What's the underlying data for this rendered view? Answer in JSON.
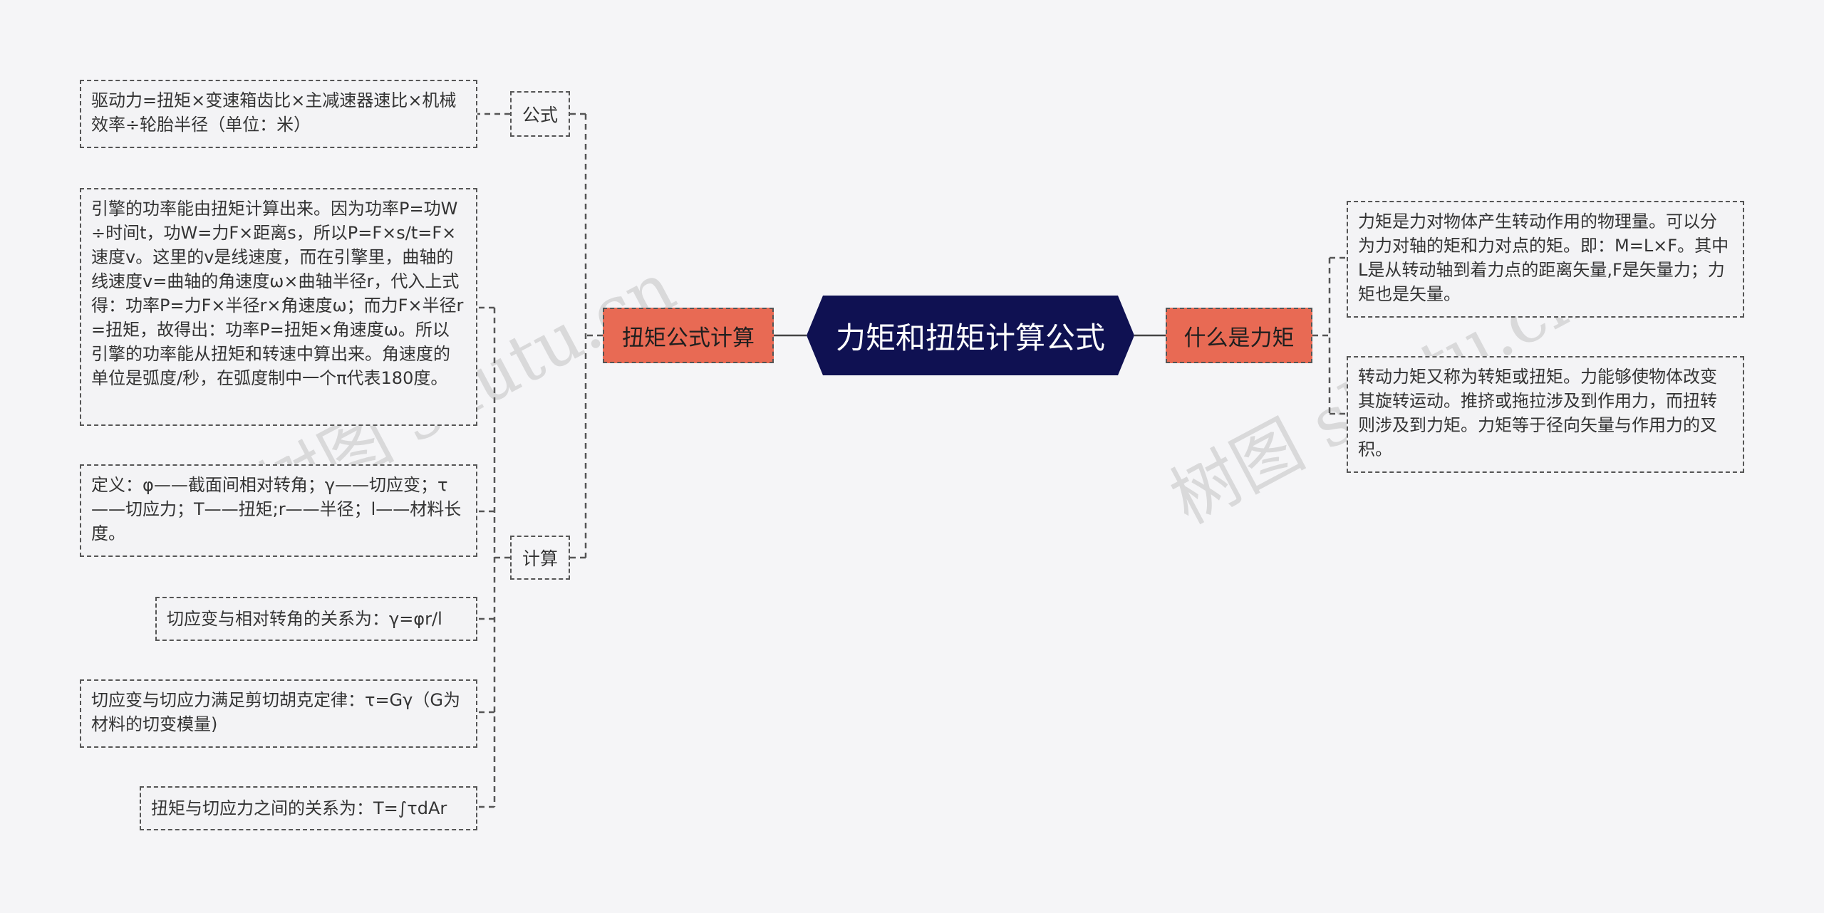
{
  "root": {
    "title": "力矩和扭矩计算公式"
  },
  "left_branch": {
    "label": "扭矩公式计算",
    "groups": {
      "formula": {
        "label": "公式",
        "items": [
          "驱动力=扭矩×变速箱齿比×主减速器速比×机械效率÷轮胎半径（单位：米）"
        ]
      },
      "calculation": {
        "label": "计算",
        "items": [
          "引擎的功率能由扭矩计算出来。因为功率P=功W÷时间t，功W=力F×距离s，所以P=F×s/t=F×速度v。这里的v是线速度，而在引擎里，曲轴的线速度v=曲轴的角速度ω×曲轴半径r，代入上式得：功率P=力F×半径r×角速度ω；而力F×半径r=扭矩，故得出：功率P=扭矩×角速度ω。所以引擎的功率能从扭矩和转速中算出来。角速度的单位是弧度/秒，在弧度制中一个π代表180度。",
          "定义：φ——截面间相对转角；γ——切应变；τ——切应力；T——扭矩;r——半径；l——材料长度。",
          "切应变与相对转角的关系为：γ=φr/l",
          "切应变与切应力满足剪切胡克定律：τ=Gγ（G为材料的切变模量)",
          "扭矩与切应力之间的关系为：T=∫τdAr"
        ]
      }
    }
  },
  "right_branch": {
    "label": "什么是力矩",
    "items": [
      "力矩是力对物体产生转动作用的物理量。可以分为力对轴的矩和力对点的矩。即：M=L×F。其中L是从转动轴到着力点的距离矢量,F是矢量力；力矩也是矢量。",
      "转动力矩又称为转矩或扭矩。力能够使物体改变其旋转运动。推挤或拖拉涉及到作用力，而扭转则涉及到力矩。力矩等于径向矢量与作用力的叉积。"
    ]
  },
  "watermark": "树图 shutu.cn",
  "colors": {
    "root_bg": "#0f1152",
    "branch_bg": "#e86a54",
    "line": "#555555",
    "background": "#f5f5f7"
  }
}
